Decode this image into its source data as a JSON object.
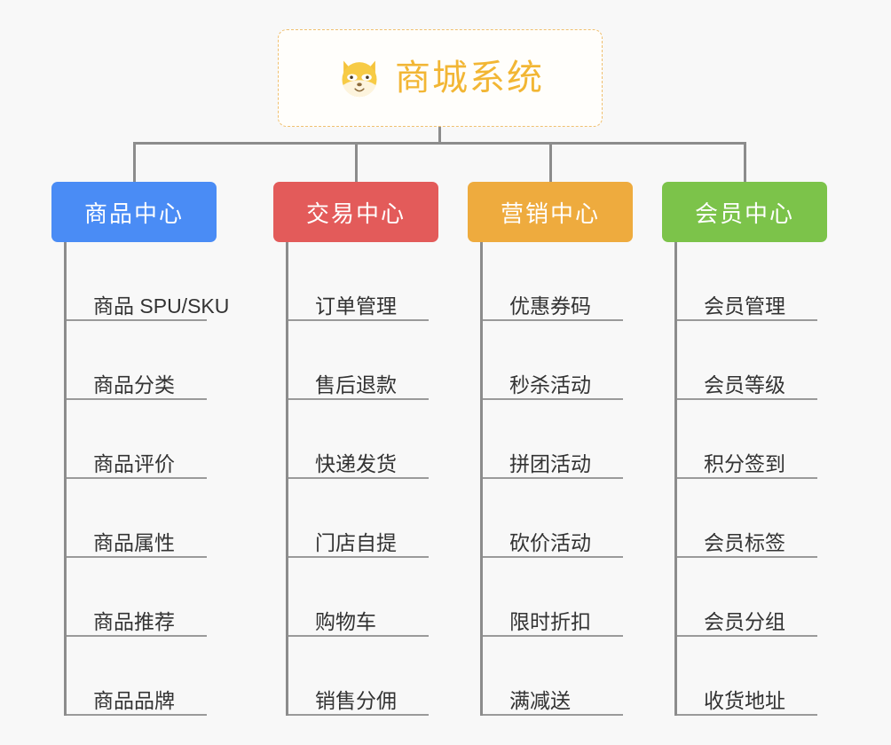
{
  "page": {
    "background_color": "#f8f8f8",
    "line_color": "#8c8c8c",
    "underline_color": "#9a9a9a",
    "leaf_text_color": "#333333"
  },
  "root": {
    "icon": "shiba-dog-face-emoji",
    "title": "商城系统",
    "title_color": "#f2b634",
    "border_color": "#f0c070",
    "background_color": "#fffefb"
  },
  "columns": [
    {
      "id": "product-center",
      "title": "商品中心",
      "color": "#4a8cf5",
      "items": [
        "商品 SPU/SKU",
        "商品分类",
        "商品评价",
        "商品属性",
        "商品推荐",
        "商品品牌"
      ]
    },
    {
      "id": "trade-center",
      "title": "交易中心",
      "color": "#e35b5a",
      "items": [
        "订单管理",
        "售后退款",
        "快递发货",
        "门店自提",
        "购物车",
        "销售分佣"
      ]
    },
    {
      "id": "marketing-center",
      "title": "营销中心",
      "color": "#eeab3e",
      "items": [
        "优惠券码",
        "秒杀活动",
        "拼团活动",
        "砍价活动",
        "限时折扣",
        "满减送"
      ]
    },
    {
      "id": "member-center",
      "title": "会员中心",
      "color": "#7cc34a",
      "items": [
        "会员管理",
        "会员等级",
        "积分签到",
        "会员标签",
        "会员分组",
        "收货地址"
      ]
    }
  ]
}
